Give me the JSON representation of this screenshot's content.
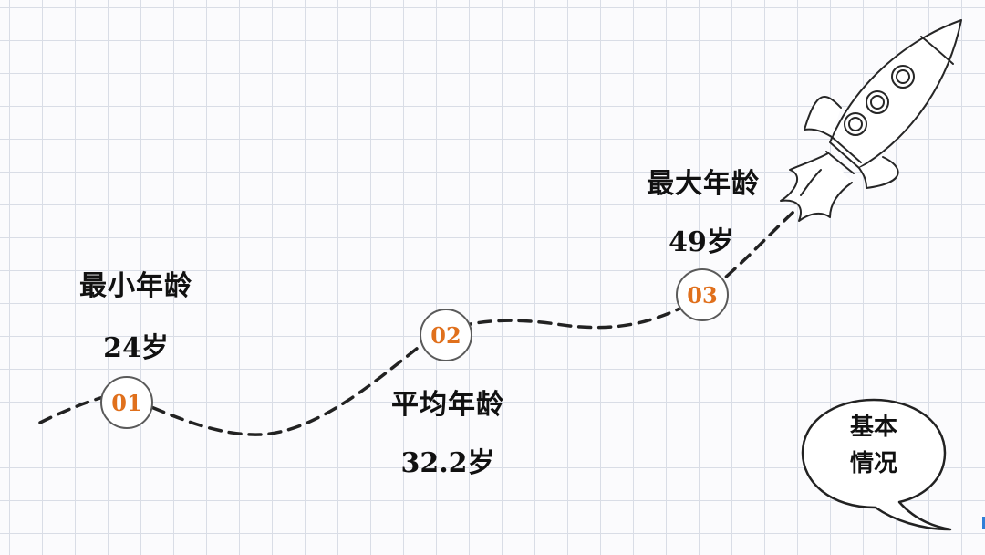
{
  "milestones": [
    {
      "number": "01",
      "title": "最小年龄",
      "value": "24岁"
    },
    {
      "number": "02",
      "title": "平均年龄",
      "value": "32.2岁"
    },
    {
      "number": "03",
      "title": "最大年龄",
      "value": "49岁"
    }
  ],
  "bubble": {
    "line1": "基本",
    "line2": "情况"
  },
  "colors": {
    "accent": "#e0701c",
    "grid": "#d9dde6",
    "ink": "#111111"
  },
  "icons": [
    "rocket-icon",
    "speech-bubble-icon"
  ]
}
